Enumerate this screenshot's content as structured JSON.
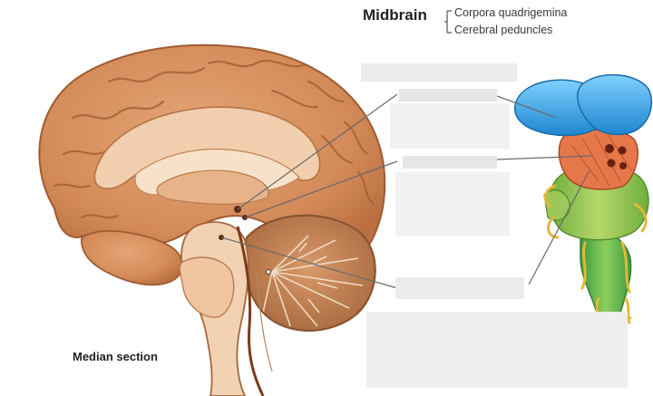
{
  "title": "Midbrain",
  "subparts": [
    "Corpora quadrigemina",
    "Cerebral peduncles"
  ],
  "median_label": "Median section",
  "colors": {
    "cerebrum": "#d9905f",
    "cerebrum_dark": "#b86f43",
    "corpus": "#f2d3b4",
    "cerebellum": "#c98a5b",
    "colliculi_blue": "#3aa7e8",
    "midbrain_red": "#e2703e",
    "pons_green": "#93c04a",
    "medulla_green": "#5fae4c",
    "nerves_yellow": "#e8c84b",
    "label_box": "#ededed"
  },
  "label_boxes": [
    {
      "id": "box-top"
    },
    {
      "id": "box-upper"
    },
    {
      "id": "box-mid-upper"
    },
    {
      "id": "box-mid"
    },
    {
      "id": "box-lower"
    },
    {
      "id": "box-bottom"
    }
  ]
}
